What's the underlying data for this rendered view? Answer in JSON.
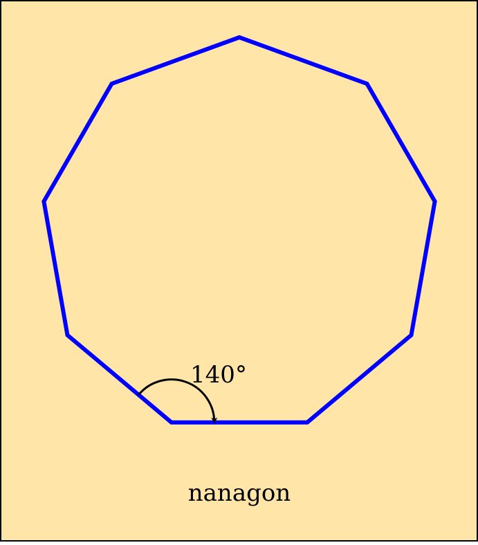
{
  "figure": {
    "background_color": "#ffe6a8",
    "border_color": "#000000",
    "polygon_color": "#0000ff",
    "angle_marker_color": "#000000",
    "shape": {
      "sides": 9,
      "interior_angle_label": "140°",
      "caption": "nanagon"
    }
  }
}
